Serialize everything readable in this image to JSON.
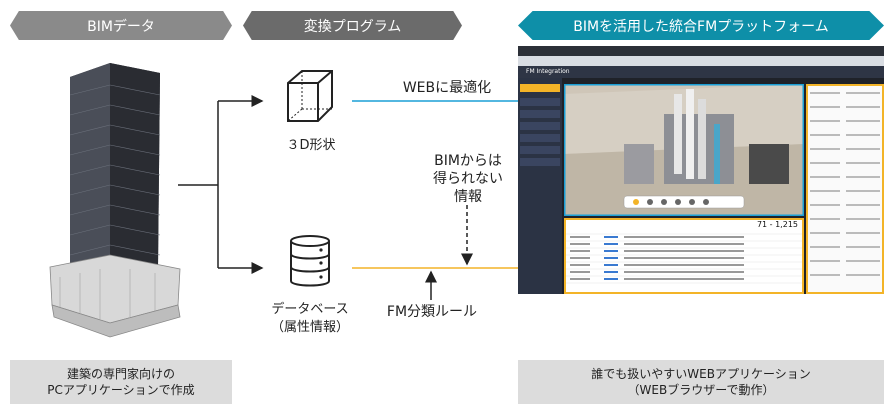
{
  "headers": {
    "bim_data": "BIMデータ",
    "conversion": "変換プログラム",
    "platform": "BIMを活用した統合FMプラットフォーム"
  },
  "labels": {
    "shape": "３D形状",
    "web_optimized": "WEBに最適化",
    "database_line1": "データベース",
    "database_line2": "（属性情報）",
    "not_from_bim_line1": "BIMからは",
    "not_from_bim_line2": "得られない",
    "not_from_bim_line3": "情報",
    "fm_rule": "FM分類ルール"
  },
  "footers": {
    "left_line1": "建築の専門家向けの",
    "left_line2": "PCアプリケーションで作成",
    "right_line1": "誰でも扱いやすいWEBアプリケーション",
    "right_line2": "（WEBブラウザーで動作）"
  },
  "app": {
    "title": "FM Integration",
    "count": "71 - 1,215"
  },
  "colors": {
    "arrow_blue": "#1a9fd6",
    "arrow_orange": "#f3b428",
    "pill_teal": "#0e8fa8"
  }
}
